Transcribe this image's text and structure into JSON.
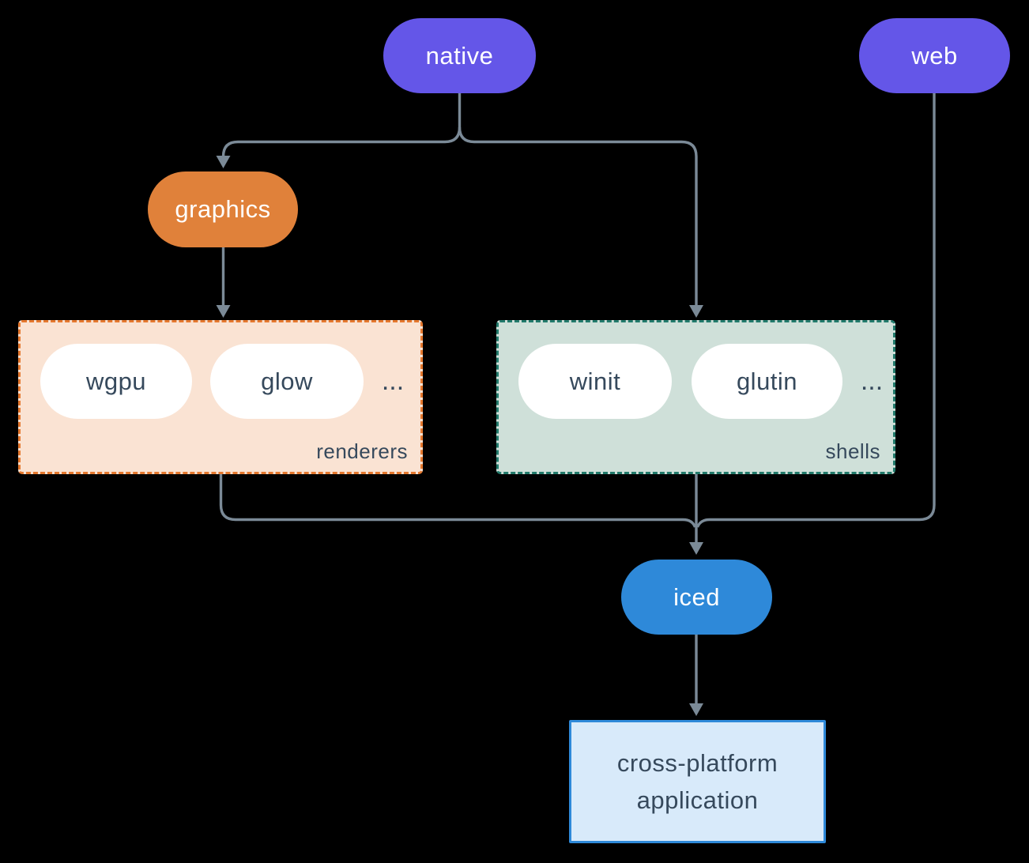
{
  "colors": {
    "background": "#000000",
    "edge": "#7b8a97",
    "purple": "#6456e8",
    "orange": "#e0813a",
    "blue": "#2e89d9",
    "white": "#ffffff",
    "dark_text": "#36495c",
    "inner_pill_bg": "#ffffff",
    "renderers_bg": "#fae3d3",
    "renderers_border": "#e5782e",
    "shells_bg": "#cfe0d9",
    "shells_border": "#217a6b",
    "app_bg": "#d8eafa",
    "app_border": "#2e89d9"
  },
  "nodes": {
    "native": {
      "label": "native"
    },
    "web": {
      "label": "web"
    },
    "graphics": {
      "label": "graphics"
    },
    "iced": {
      "label": "iced"
    },
    "app": {
      "line1": "cross-platform",
      "line2": "application"
    }
  },
  "groups": {
    "renderers": {
      "label": "renderers",
      "items": [
        "wgpu",
        "glow"
      ],
      "ellipsis": "..."
    },
    "shells": {
      "label": "shells",
      "items": [
        "winit",
        "glutin"
      ],
      "ellipsis": "..."
    }
  }
}
